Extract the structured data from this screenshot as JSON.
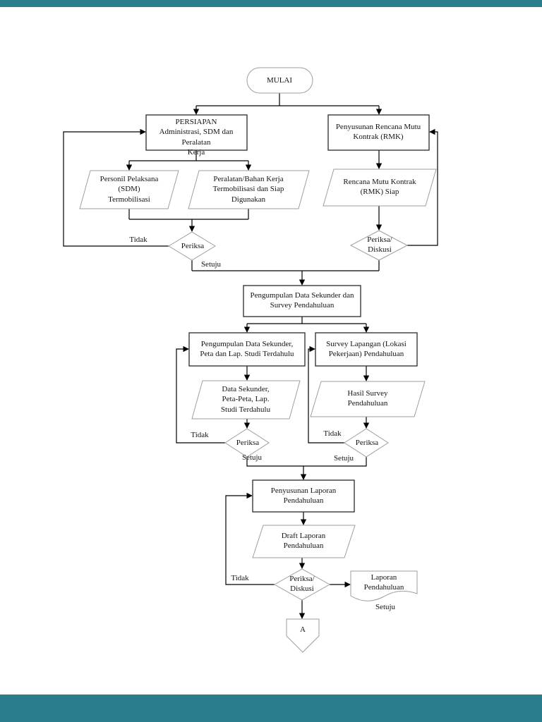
{
  "page": {
    "band_color": "#2b7d8e",
    "background": "#ffffff"
  },
  "nodes": {
    "mulai": "MULAI",
    "persiapan": "PERSIAPAN\nAdministrasi, SDM dan Peralatan\nKerja",
    "penyusunan_rmk": "Penyusunan Rencana Mutu\nKontrak (RMK)",
    "personil_sdm": "Personil Pelaksana\n(SDM)\nTermobilisasi",
    "peralatan": "Peralatan/Bahan Kerja\nTermobilisasi dan Siap\nDigunakan",
    "rmk_siap": "Rencana Mutu Kontrak\n(RMK) Siap",
    "periksa_1": "Periksa",
    "periksa_diskusi_1": "Periksa/\nDiskusi",
    "pengumpulan_survey": "Pengumpulan Data Sekunder dan\nSurvey Pendahuluan",
    "pengumpulan_data": "Pengumpulan Data Sekunder,\nPeta dan Lap. Studi Terdahulu",
    "survey_lapangan": "Survey Lapangan (Lokasi\nPekerjaan) Pendahuluan",
    "data_sekunder": "Data Sekunder,\nPeta-Peta, Lap.\nStudi Terdahulu",
    "hasil_survey": "Hasil Survey\nPendahuluan",
    "periksa_2": "Periksa",
    "periksa_3": "Periksa",
    "penyusunan_laporan": "Penyusunan Laporan\nPendahuluan",
    "draft_laporan": "Draft Laporan\nPendahuluan",
    "periksa_diskusi_2": "Periksa/\nDiskusi",
    "laporan_pendahuluan": "Laporan\nPendahuluan",
    "connector_a": "A"
  },
  "edge_labels": {
    "tidak_1": "Tidak",
    "setuju_1": "Setuju",
    "tidak_2": "Tidak",
    "setuju_2": "Setuju",
    "tidak_3": "Tidak",
    "setuju_3": "Setuju",
    "tidak_4": "Tidak",
    "setuju_4": "Setuju"
  }
}
